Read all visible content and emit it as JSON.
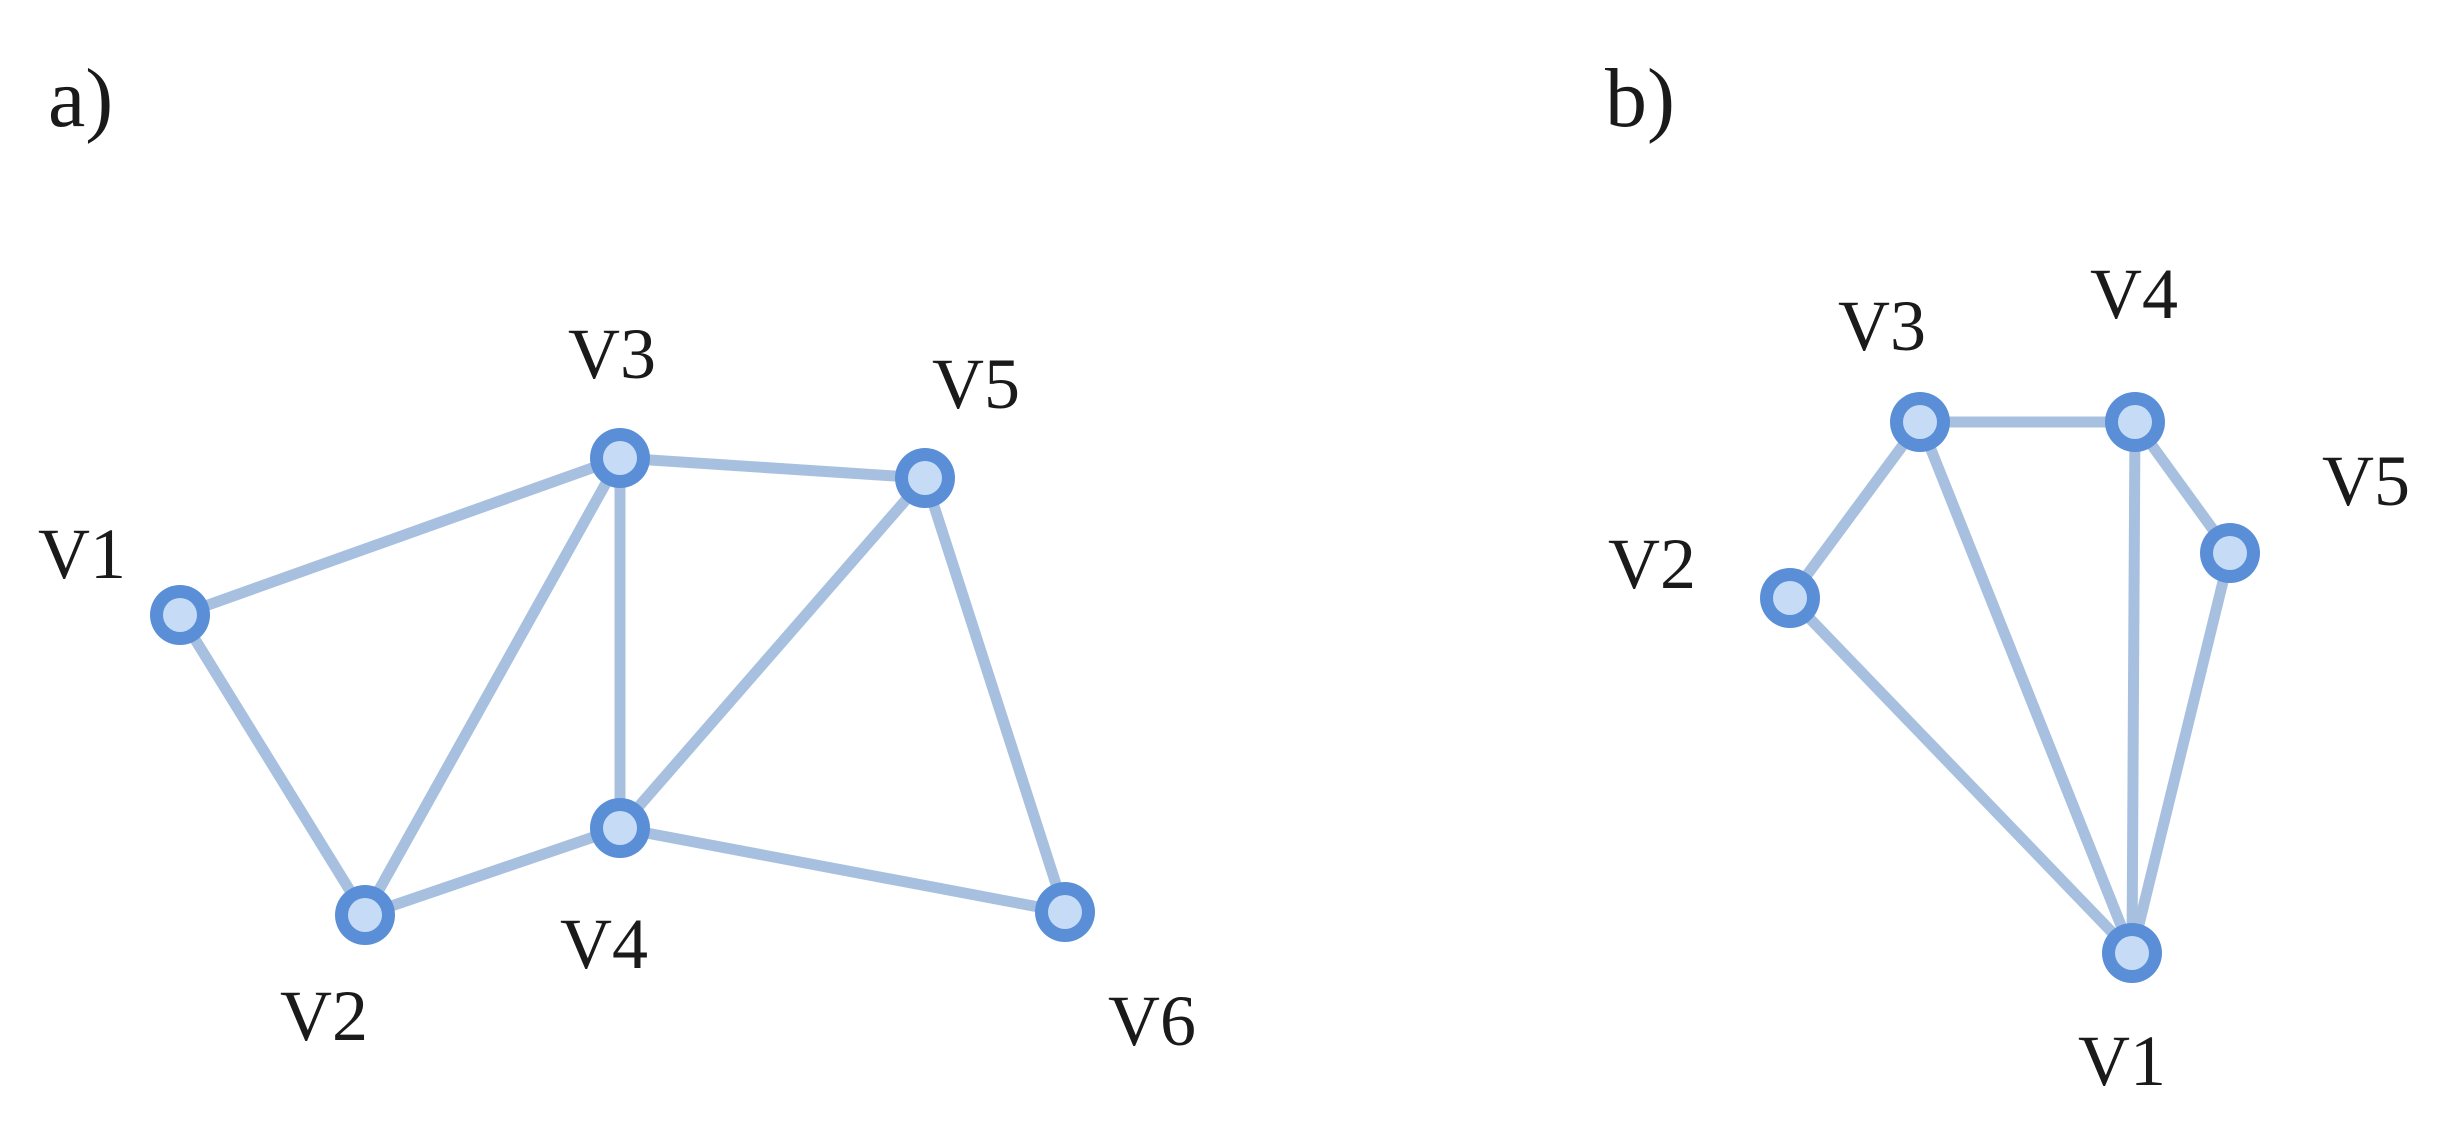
{
  "colors": {
    "edge": "#a7c0e0",
    "node_ring": "#5a8fd8",
    "node_fill": "#c6dcf6",
    "text": "#1a1a1a"
  },
  "panels": [
    {
      "id": "a",
      "label": "a)",
      "nodes": [
        {
          "id": "V1",
          "label": "V1"
        },
        {
          "id": "V2",
          "label": "V2"
        },
        {
          "id": "V3",
          "label": "V3"
        },
        {
          "id": "V4",
          "label": "V4"
        },
        {
          "id": "V5",
          "label": "V5"
        },
        {
          "id": "V6",
          "label": "V6"
        }
      ],
      "edges": [
        [
          "V1",
          "V3"
        ],
        [
          "V1",
          "V2"
        ],
        [
          "V2",
          "V3"
        ],
        [
          "V2",
          "V4"
        ],
        [
          "V3",
          "V4"
        ],
        [
          "V3",
          "V5"
        ],
        [
          "V4",
          "V5"
        ],
        [
          "V4",
          "V6"
        ],
        [
          "V5",
          "V6"
        ]
      ]
    },
    {
      "id": "b",
      "label": "b)",
      "nodes": [
        {
          "id": "V1",
          "label": "V1"
        },
        {
          "id": "V2",
          "label": "V2"
        },
        {
          "id": "V3",
          "label": "V3"
        },
        {
          "id": "V4",
          "label": "V4"
        },
        {
          "id": "V5",
          "label": "V5"
        }
      ],
      "edges": [
        [
          "V2",
          "V3"
        ],
        [
          "V2",
          "V1"
        ],
        [
          "V3",
          "V4"
        ],
        [
          "V3",
          "V1"
        ],
        [
          "V4",
          "V1"
        ],
        [
          "V4",
          "V5"
        ],
        [
          "V5",
          "V1"
        ]
      ]
    }
  ]
}
